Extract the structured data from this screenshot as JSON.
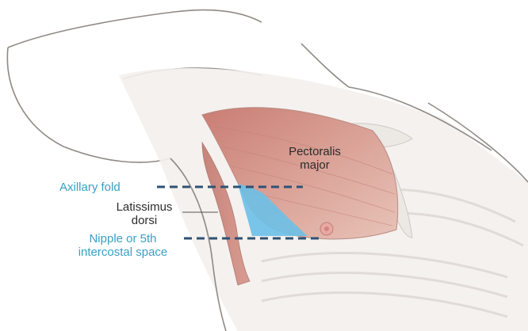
{
  "labels": {
    "pectoralis_line1": "Pectoralis",
    "pectoralis_line2": "major",
    "axillary_fold": "Axillary fold",
    "latissimus_line1": "Latissimus",
    "latissimus_line2": "dorsi",
    "nipple_line1": "Nipple or 5th",
    "nipple_line2": "intercostal space"
  },
  "colors": {
    "accent_label": "#3a9fc4",
    "triangle_fill": "#6bc0e8",
    "muscle": "#d79a90",
    "skin_outline": "#8f8a86",
    "dashed_line": "#2f5173"
  }
}
